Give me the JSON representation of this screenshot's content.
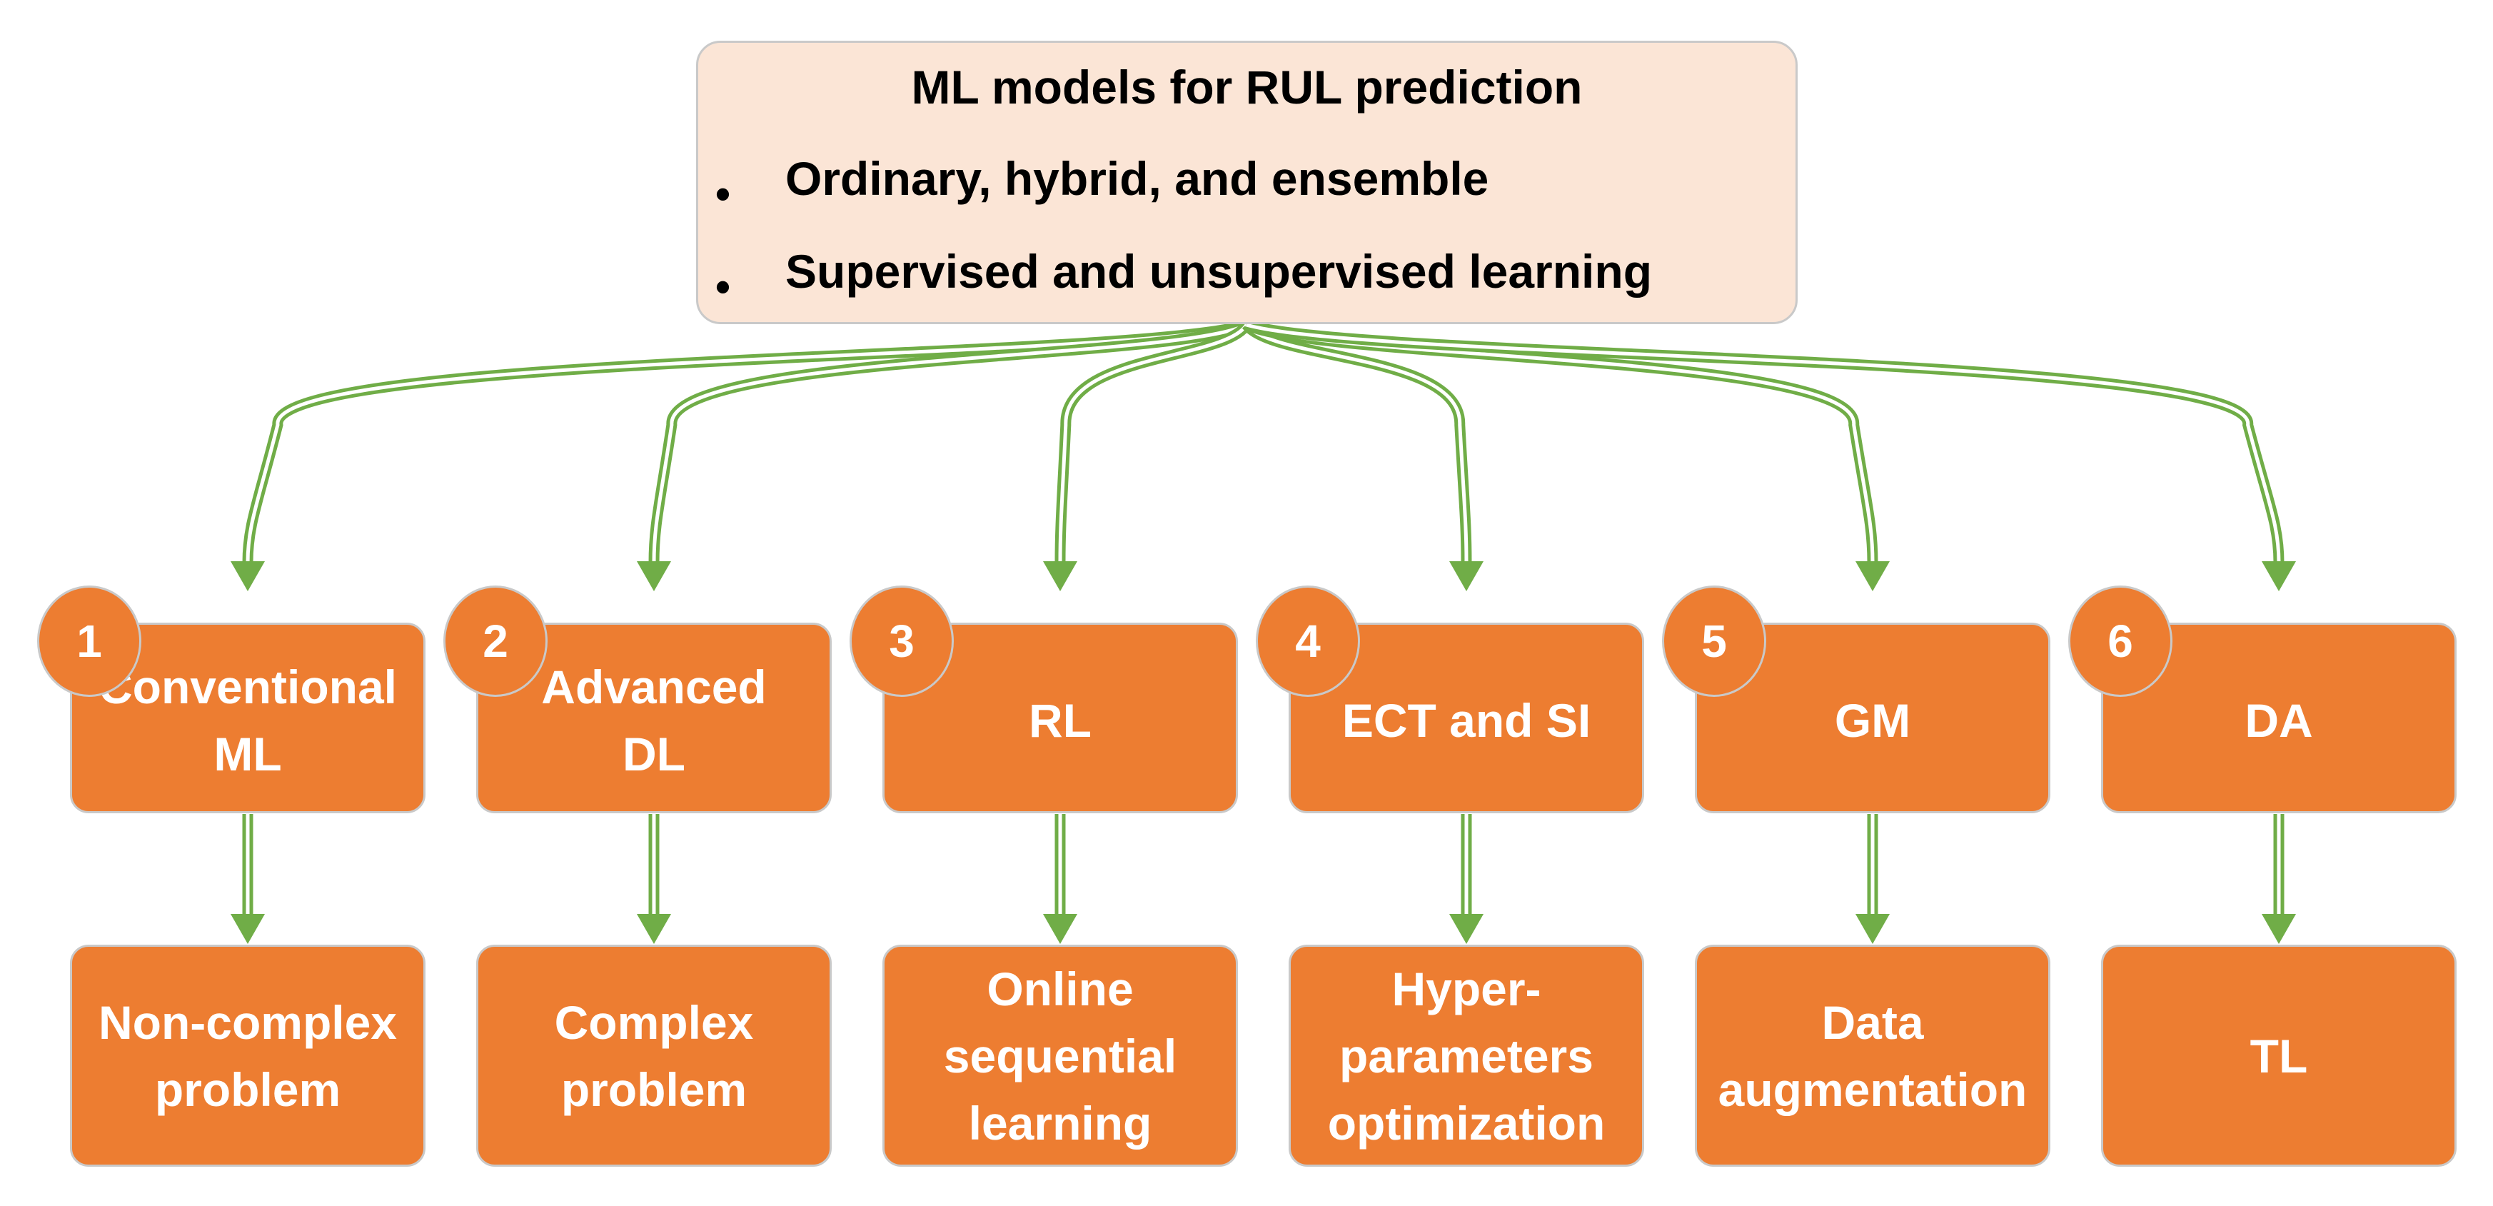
{
  "header": {
    "title": "ML models for RUL prediction",
    "bullets": [
      "Ordinary, hybrid, and ensemble",
      "Supervised and unsupervised learning"
    ],
    "bullet_glyph": "•"
  },
  "categories": [
    {
      "number": "1",
      "label": "Conventional\nML",
      "application": "Non-complex\nproblem"
    },
    {
      "number": "2",
      "label": "Advanced\nDL",
      "application": "Complex\nproblem"
    },
    {
      "number": "3",
      "label": "RL",
      "application": "Online\nsequential\nlearning"
    },
    {
      "number": "4",
      "label": "ECT and SI",
      "application": "Hyper-\nparameters\noptimization"
    },
    {
      "number": "5",
      "label": "GM",
      "application": "Data\naugmentation"
    },
    {
      "number": "6",
      "label": "DA",
      "application": "TL"
    }
  ],
  "colors": {
    "header_fill": "#fbe5d6",
    "box_fill": "#ed7d31",
    "arrow": "#70ad47",
    "box_border": "#c9c9c9"
  }
}
